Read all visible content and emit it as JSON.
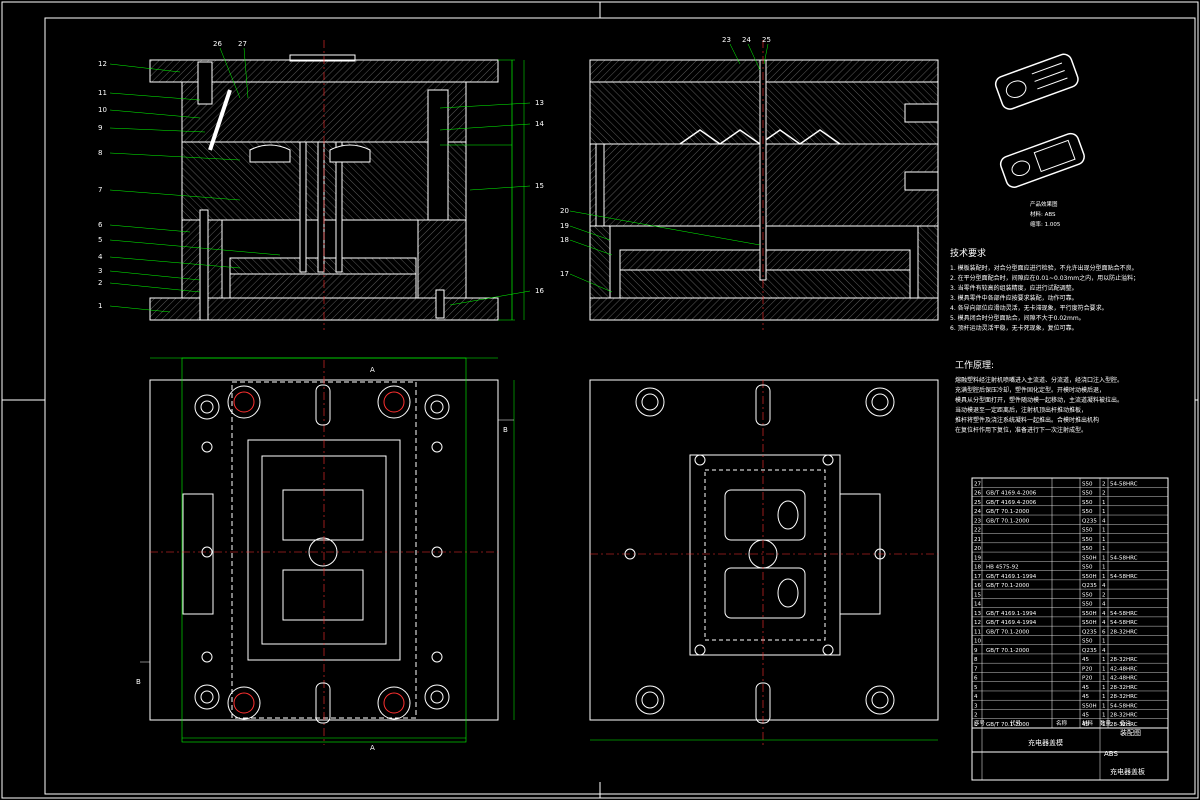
{
  "drawing": {
    "accent_colors": {
      "outline": "#ffffff",
      "dimension": "#00ff00",
      "center": "#ff3030",
      "highlight": "#ffff00"
    },
    "left_section_labels": [
      "12",
      "11",
      "10",
      "9",
      "8",
      "7",
      "6",
      "5",
      "4",
      "3",
      "2",
      "1"
    ],
    "left_top_labels": [
      "26",
      "27"
    ],
    "left_right_labels": [
      "13",
      "14",
      "15",
      "16"
    ],
    "right_top_labels": [
      "23",
      "24",
      "25"
    ],
    "right_left_labels": [
      "20",
      "19",
      "18",
      "17"
    ],
    "cross_section_labels": [
      "A",
      "A",
      "B",
      "B"
    ],
    "product_caption_lines": [
      "产品效果图",
      "材料: ABS",
      "缩率: 1.005"
    ],
    "tech_title": "技术要求",
    "tech_lines": [
      "1. 模板装配时，对合分型面应进行检验，不允许出现分型面贴合不良。",
      "2. 在平分型面配合时，间隙应在0.01~0.03mm之内，用以防止溢料；",
      "3. 当零件有较高的组装精度，应进行试配调整。",
      "3. 模具零件中各部件应按要求装配，动作可靠。",
      "4. 各导向部位应滑动灵活，无卡滞现象，平行度符合要求。",
      "5. 模具闭合时分型面贴合，间隙不大于0.02mm。",
      "6. 顶杆运动灵活平稳，无卡死现象，复位可靠。"
    ],
    "work_title": "工作原理:",
    "work_lines": [
      "熔融塑料经注射机喷嘴进入主流道、分流道，经浇口注入型腔。",
      "充满型腔后保压冷却，塑件固化定型。开模时动模后退，",
      "模具从分型面打开，塑件随动模一起移动，主流道凝料被拉出。",
      "当动模退至一定距离后，注射机顶出杆推动推板，",
      "推杆将塑件及浇注系统凝料一起推出。合模时推出机构",
      "在复位杆作用下复位，准备进行下一次注射成型。"
    ],
    "bom_rows": [
      [
        "27",
        "",
        "",
        "",
        "S50",
        "2",
        "54-58HRC"
      ],
      [
        "26",
        "GB/T 4169.4-2006",
        "",
        "",
        "S50",
        "2",
        ""
      ],
      [
        "25",
        "GB/T 4169.4-2006",
        "",
        "",
        "S50",
        "1",
        ""
      ],
      [
        "24",
        "GB/T 70.1-2000",
        "",
        "",
        "S50",
        "1",
        ""
      ],
      [
        "23",
        "GB/T 70.1-2000",
        "",
        "",
        "Q235",
        "4",
        ""
      ],
      [
        "22",
        "",
        "",
        "",
        "S50",
        "1",
        ""
      ],
      [
        "21",
        "",
        "",
        "",
        "S50",
        "1",
        ""
      ],
      [
        "20",
        "",
        "",
        "",
        "S50",
        "1",
        ""
      ],
      [
        "19",
        "",
        "",
        "",
        "S50H",
        "1",
        "54-58HRC"
      ],
      [
        "18",
        "HB 4575-92",
        "",
        "",
        "S50",
        "1",
        ""
      ],
      [
        "17",
        "GB/T 4169.1-1994",
        "",
        "",
        "S50H",
        "1",
        "54-58HRC"
      ],
      [
        "16",
        "GB/T 70.1-2000",
        "",
        "",
        "Q235",
        "4",
        ""
      ],
      [
        "15",
        "",
        "",
        "",
        "S50",
        "2",
        ""
      ],
      [
        "14",
        "",
        "",
        "",
        "S50",
        "4",
        ""
      ],
      [
        "13",
        "GB/T 4169.1-1994",
        "",
        "",
        "S50H",
        "4",
        "54-58HRC"
      ],
      [
        "12",
        "GB/T 4169.4-1994",
        "",
        "",
        "S50H",
        "4",
        "54-58HRC"
      ],
      [
        "11",
        "GB/T 70.1-2000",
        "",
        "",
        "Q235",
        "6",
        "28-32HRC"
      ],
      [
        "10",
        "",
        "",
        "",
        "S50",
        "1",
        ""
      ],
      [
        "9",
        "GB/T 70.1-2000",
        "",
        "",
        "Q235",
        "4",
        ""
      ],
      [
        "8",
        "",
        "",
        "",
        "45",
        "1",
        "28-32HRC"
      ],
      [
        "7",
        "",
        "",
        "",
        "P20",
        "1",
        "42-48HRC"
      ],
      [
        "6",
        "",
        "",
        "",
        "P20",
        "1",
        "42-48HRC"
      ],
      [
        "5",
        "",
        "",
        "",
        "45",
        "1",
        "28-32HRC"
      ],
      [
        "4",
        "",
        "",
        "",
        "45",
        "1",
        "28-32HRC"
      ],
      [
        "3",
        "",
        "",
        "",
        "S50H",
        "1",
        "54-58HRC"
      ],
      [
        "2",
        "",
        "",
        "",
        "45",
        "1",
        "28-32HRC"
      ],
      [
        "1",
        "GB/T 70.1-2000",
        "",
        "",
        "45",
        "1",
        "28-32HRC"
      ]
    ],
    "bom_header": [
      "序号",
      "代号",
      "名称",
      "数量",
      "材料",
      "备注"
    ],
    "title_block": {
      "name": "充电器盖模",
      "drawing_title": "装配图",
      "material": "ABS",
      "part_name": "充电器盖板"
    }
  }
}
